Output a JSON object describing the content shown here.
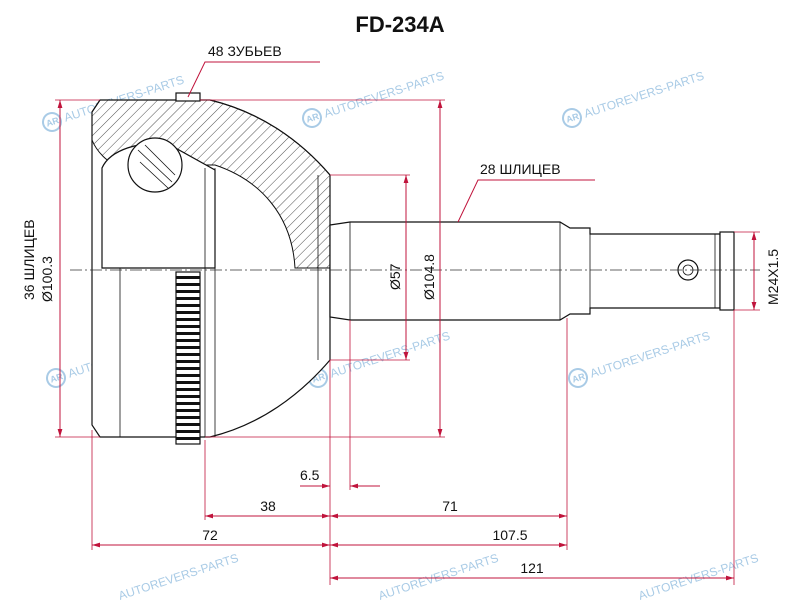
{
  "title": "FD-234A",
  "labels": {
    "teeth": "48 ЗУБЬЕВ",
    "outer_splines": "28 ШЛИЦЕВ",
    "inner_splines": "36 ШЛИЦЕВ",
    "inner_diameter": "Ø100.3",
    "shaft_diameter": "Ø57",
    "housing_diameter": "Ø104.8",
    "thread": "M24X1.5"
  },
  "dimensions": {
    "d_6_5": "6.5",
    "d_38": "38",
    "d_71": "71",
    "d_72": "72",
    "d_107_5": "107.5",
    "d_121": "121"
  },
  "watermark": {
    "text": "AUTOREVERS-PARTS",
    "logo": "AR"
  },
  "colors": {
    "dimension": "#c0143c",
    "watermark": "#a9cbe6"
  }
}
